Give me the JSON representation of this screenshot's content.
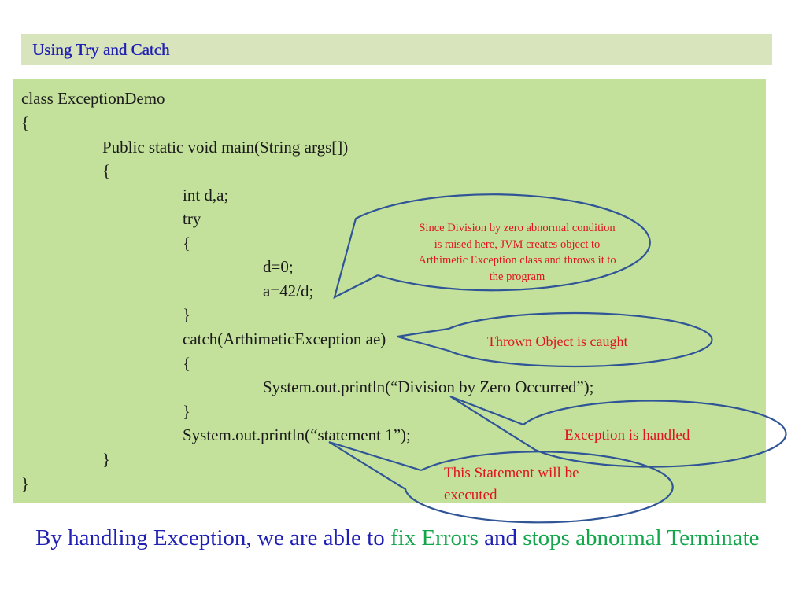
{
  "title": "Using Try and Catch",
  "code": {
    "line1": "class ExceptionDemo",
    "line2": "{",
    "line3": "Public static void main(String args[])",
    "line4": "{",
    "line5": "int d,a;",
    "line6": "try",
    "line7": "{",
    "line8": "d=0;",
    "line9": "a=42/d;",
    "line10": "}",
    "line11": "catch(ArthimeticException ae)",
    "line12": "{",
    "line13": "System.out.println(“Division by Zero Occurred”);",
    "line14": "}",
    "line15": "System.out.println(“statement 1”);",
    "line16": "}",
    "line17": "}"
  },
  "callouts": {
    "jvm_line1": "Since Division by zero abnormal condition",
    "jvm_line2": "is raised here, JVM creates object to",
    "jvm_line3": "Arthimetic Exception class and throws it to",
    "jvm_line4": "the program",
    "caught": "Thrown Object is caught",
    "handled": "Exception is handled",
    "executed": "This Statement will be executed"
  },
  "footer": {
    "part1": "By handling Exception, we are able to ",
    "part2": "fix Errors",
    "part3": " and ",
    "part4": "stops abnormal Terminate"
  },
  "colors": {
    "title_bar": "#d8e4bc",
    "code_box": "#c4e19c",
    "callout_outline": "#2f5597",
    "callout_text": "#e0141e",
    "blue_text": "#1f1fb4",
    "green_text": "#13a64a"
  }
}
